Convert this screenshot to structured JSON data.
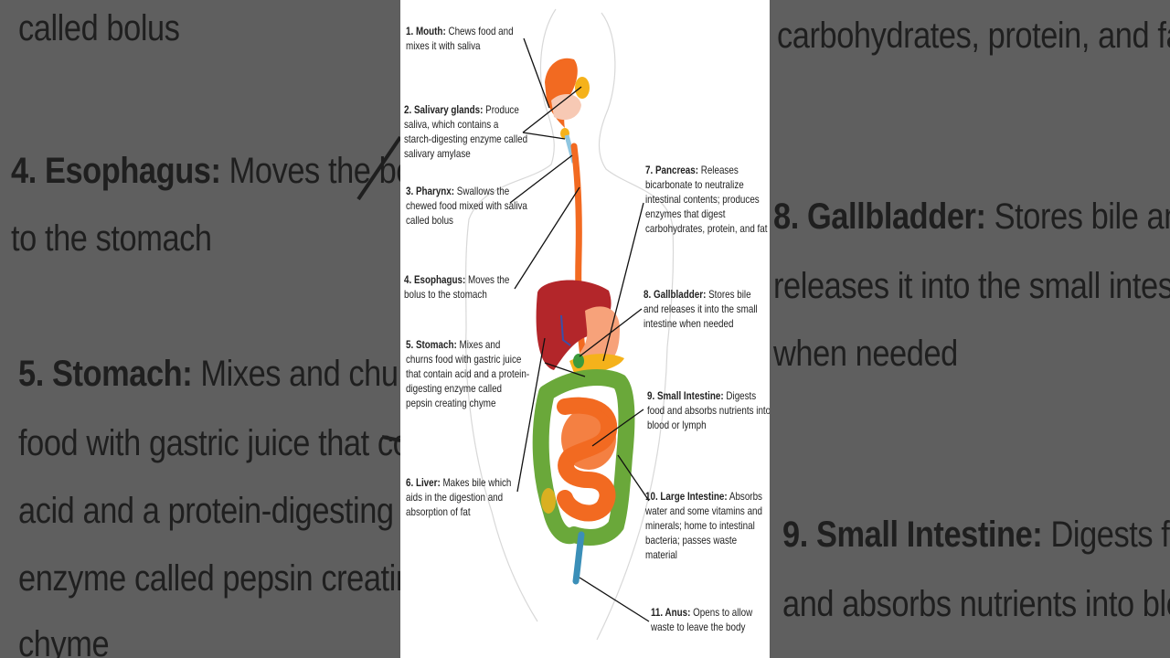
{
  "left_blur": {
    "line1": "called bolus",
    "esophagus_title": "4. Esophagus:",
    "esophagus_l1": " Moves the bolus",
    "esophagus_l2": "to the stomach",
    "stomach_title": "5. Stomach:",
    "stomach_l1": " Mixes and churns",
    "stomach_l2": "food with gastric juice that contain",
    "stomach_l3": "acid and a protein-digesting",
    "stomach_l4": "enzyme called pepsin creating",
    "stomach_l5": "chyme"
  },
  "right_blur": {
    "line1": "carbohydrates, protein, and fat",
    "gall_title": "8. Gallbladder:",
    "gall_l1": " Stores bile and",
    "gall_l2": "releases it into the small intestine",
    "gall_l3": "when needed",
    "si_title": "9. Small Intestine:",
    "si_l1": " Digests food",
    "si_l2": "and absorbs nutrients into blood"
  },
  "labels": [
    {
      "title": "1. Mouth:",
      "text": " Chews food and mixes it with saliva"
    },
    {
      "title": "2. Salivary glands:",
      "text": " Produce saliva, which contains a starch-digesting enzyme called salivary amylase"
    },
    {
      "title": "3. Pharynx:",
      "text": " Swallows the chewed food mixed with saliva called bolus"
    },
    {
      "title": "4. Esophagus:",
      "text": " Moves the bolus to the stomach"
    },
    {
      "title": "5. Stomach:",
      "text": " Mixes and churns food with gastric juice that contain acid and a protein-digesting enzyme called pepsin creating chyme"
    },
    {
      "title": "6. Liver:",
      "text": " Makes bile which aids in the digestion and absorption of fat"
    },
    {
      "title": "7. Pancreas:",
      "text": " Releases bicarbonate to neutralize intestinal contents; produces enzymes that digest carbohydrates, protein, and fat"
    },
    {
      "title": "8. Gallbladder:",
      "text": " Stores bile and releases it into the small intestine when needed"
    },
    {
      "title": "9. Small Intestine:",
      "text": " Digests food and absorbs nutrients into blood or lymph"
    },
    {
      "title": "10. Large Intestine:",
      "text": " Absorbs water and some vitamins and minerals; home to intestinal bacteria; passes waste material"
    },
    {
      "title": "11. Anus:",
      "text": " Opens to allow waste to leave the body"
    }
  ],
  "colors": {
    "orange": "#f26a21",
    "liver": "#b3262a",
    "green": "#6aa83a",
    "yellow": "#f5b21b",
    "pink": "#f7c9b4",
    "blue": "#3b8fb8"
  }
}
